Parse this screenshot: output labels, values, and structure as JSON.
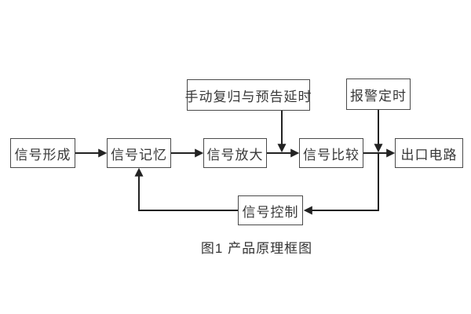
{
  "diagram": {
    "caption": "图1 产品原理框图",
    "nodes": {
      "signal_formation": {
        "label": "信号形成"
      },
      "signal_memory": {
        "label": "信号记忆"
      },
      "signal_amplification": {
        "label": "信号放大"
      },
      "signal_comparison": {
        "label": "信号比较"
      },
      "output_circuit": {
        "label": "出口电路"
      },
      "manual_reset_delay": {
        "label": "手动复归与预告延时"
      },
      "alarm_timing": {
        "label": "报警定时"
      },
      "signal_control": {
        "label": "信号控制"
      }
    },
    "edges": [
      {
        "from": "signal_formation",
        "to": "signal_memory"
      },
      {
        "from": "signal_memory",
        "to": "signal_amplification"
      },
      {
        "from": "signal_amplification",
        "to": "signal_comparison"
      },
      {
        "from": "signal_comparison",
        "to": "output_circuit"
      },
      {
        "from": "manual_reset_delay",
        "to": "link_amplification_comparison"
      },
      {
        "from": "alarm_timing",
        "to": "link_comparison_output"
      },
      {
        "from": "link_comparison_output",
        "to": "signal_control"
      },
      {
        "from": "signal_control",
        "to": "signal_memory"
      }
    ],
    "colors": {
      "background": "#ffffff",
      "box_border": "#4a4a4a",
      "box_fill": "#ffffff",
      "line": "#222222",
      "text": "#383838"
    }
  }
}
